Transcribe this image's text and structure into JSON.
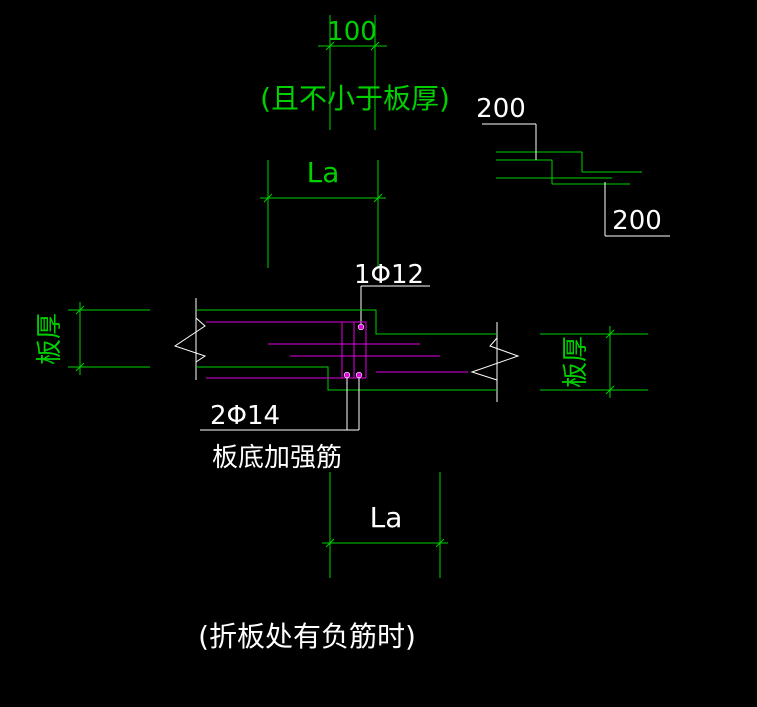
{
  "labels": {
    "dim_100": "100",
    "note_min_thickness": "(且不小于板厚)",
    "dim_200_top": "200",
    "dim_200_bottom": "200",
    "dim_la_top": "La",
    "dim_la_bottom": "La",
    "rebar_top": "1Φ12",
    "rebar_bottom": "2Φ14",
    "bottom_reinforcement": "板底加强筋",
    "slab_thickness_left": "板厚",
    "slab_thickness_right": "板厚",
    "caption": "(折板处有负筋时)"
  },
  "colors": {
    "background": "#000000",
    "dimension": "#00d000",
    "outline": "#ffffff",
    "rebar": "#e000e0"
  }
}
